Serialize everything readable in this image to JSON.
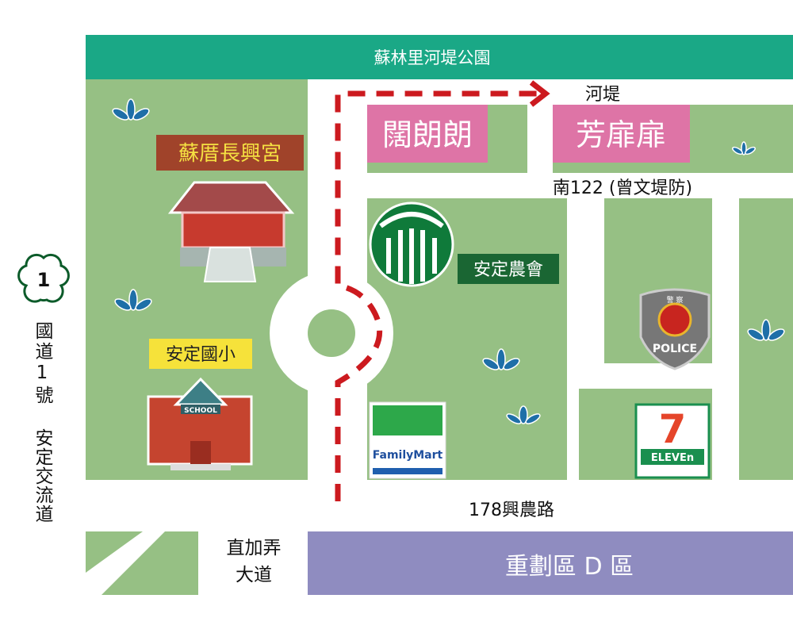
{
  "colors": {
    "park": "#1aa886",
    "grass": "#96c084",
    "pink": "#de74a6",
    "purple": "#8f8cc0",
    "route": "#cc1a1f",
    "plant": "#1e6fa8"
  },
  "top_park": "蘇林里河堤公園",
  "roads": {
    "levee": "河堤",
    "nan122": "南122 (曾文堤防)",
    "xingnong": "178興農路",
    "zhijianong": [
      "直加弄",
      "大道"
    ],
    "freeway_number": "1",
    "freeway": "國道1號",
    "interchange": "安定交流道"
  },
  "buildings": {
    "b1": "闊朗朗",
    "b2": "芳扉扉"
  },
  "landmarks": {
    "temple": "蘇厝長興宮",
    "school": "安定國小",
    "school_sign": "SCHOOL",
    "farmers": "安定農會",
    "familymart": "FamilyMart",
    "police_top": "警 察",
    "police": "POLICE",
    "seven_eleven": "ELEVEn",
    "seven": "7"
  },
  "zone": "重劃區 D 區"
}
